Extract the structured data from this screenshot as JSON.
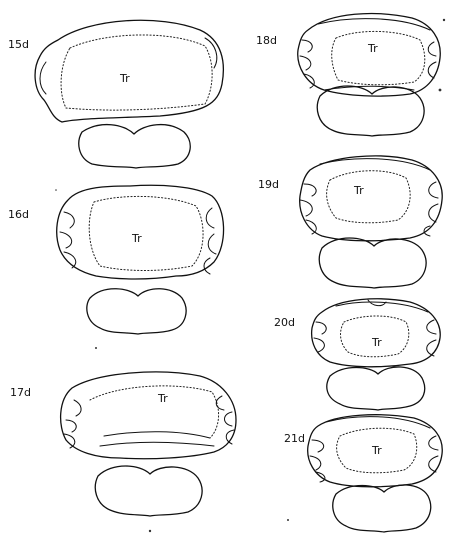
{
  "panels": [
    {
      "id": "15d",
      "label": "15d",
      "region": "Tr"
    },
    {
      "id": "16d",
      "label": "16d",
      "region": "Tr"
    },
    {
      "id": "17d",
      "label": "17d",
      "region": "Tr"
    },
    {
      "id": "18d",
      "label": "18d",
      "region": "Tr"
    },
    {
      "id": "19d",
      "label": "19d",
      "region": "Tr"
    },
    {
      "id": "20d",
      "label": "20d",
      "region": "Tr"
    },
    {
      "id": "21d",
      "label": "21d",
      "region": "Tr"
    }
  ],
  "colors": {
    "ink": "#111111",
    "background": "#ffffff"
  }
}
